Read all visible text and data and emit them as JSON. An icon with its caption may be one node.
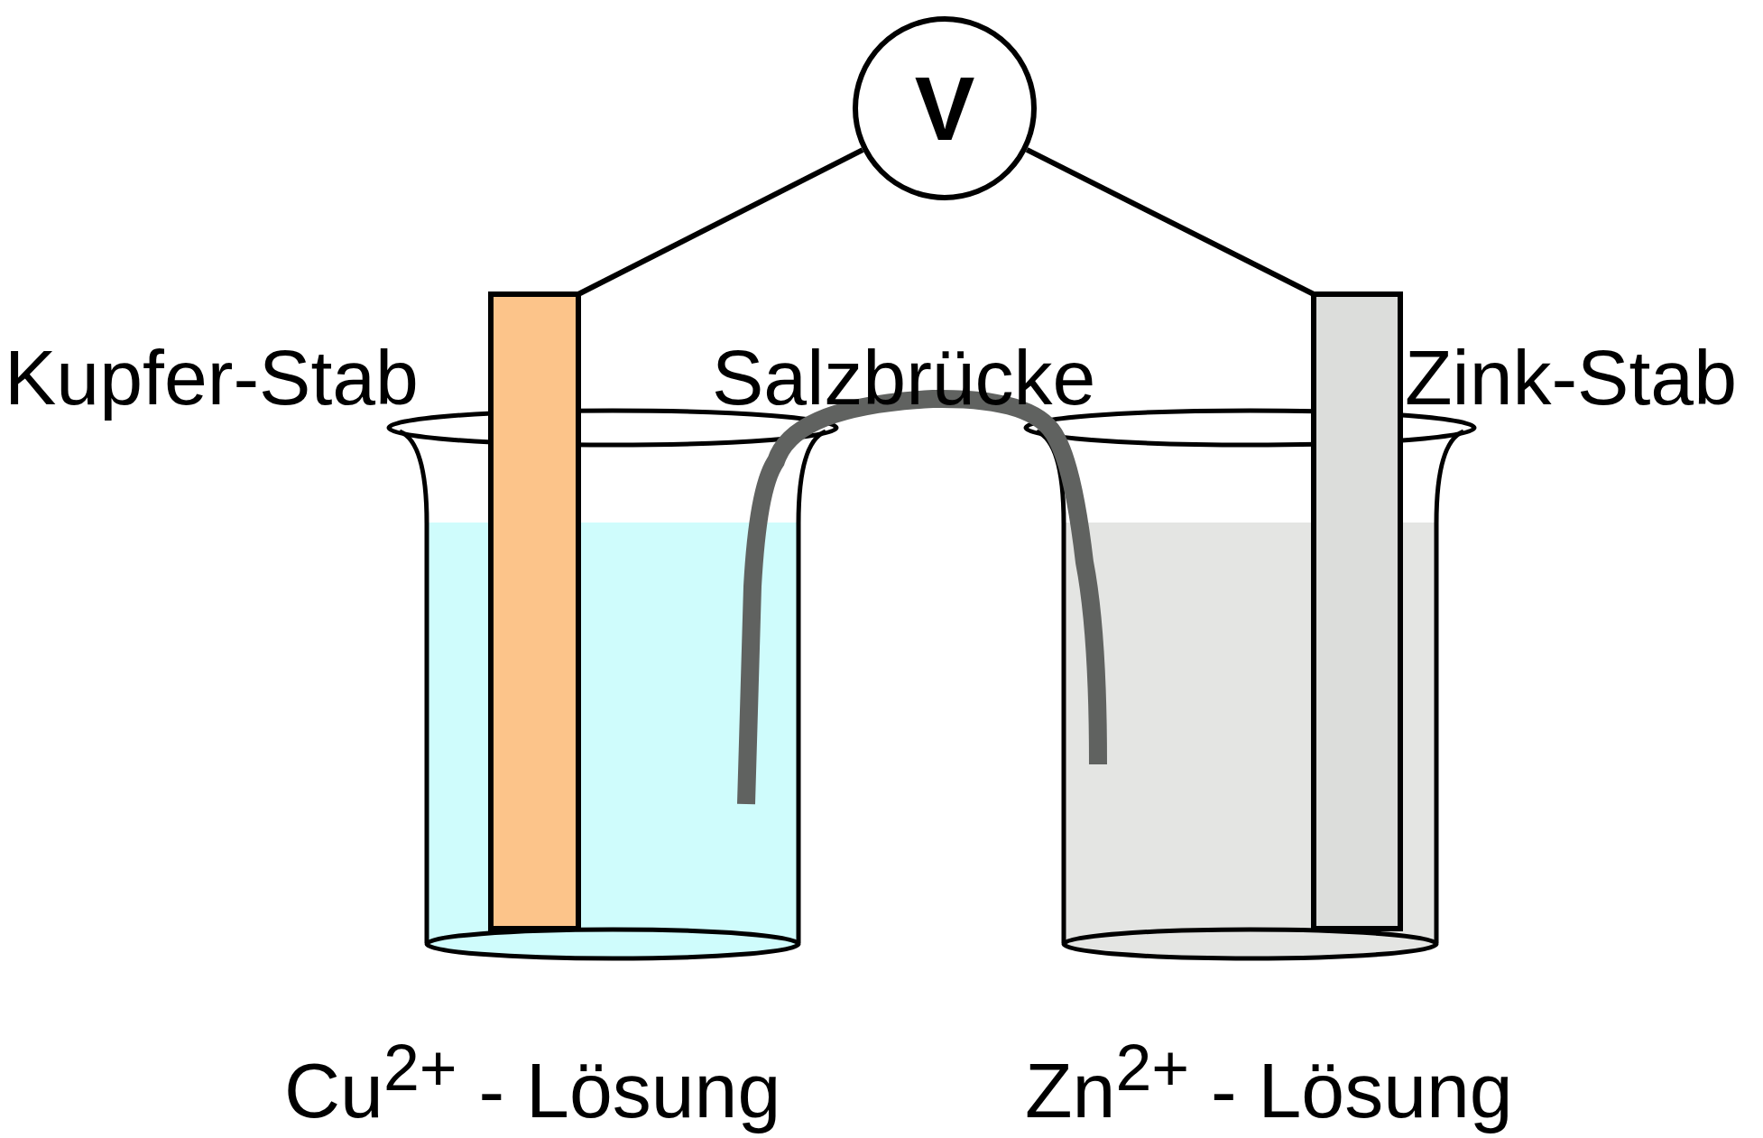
{
  "diagram": {
    "nodes": [
      {
        "text": [
          "V"
        ]
      },
      {
        "text": [],
        "shape": "bar",
        "beside": [
          "Kupfer-Stab"
        ]
      },
      {
        "text": [],
        "shape": "bar",
        "beside": [
          "Zink-Stab"
        ]
      }
    ],
    "edges": [
      {
        "from": 0,
        "to": 1,
        "arrow": "none"
      },
      {
        "from": 0,
        "to": 2,
        "arrow": "none"
      }
    ],
    "labels": [
      "Salzbrücke",
      "Cu$^{2+}$ - Lösung",
      "Zn$^{2+}$ - Lösung"
    ]
  }
}
